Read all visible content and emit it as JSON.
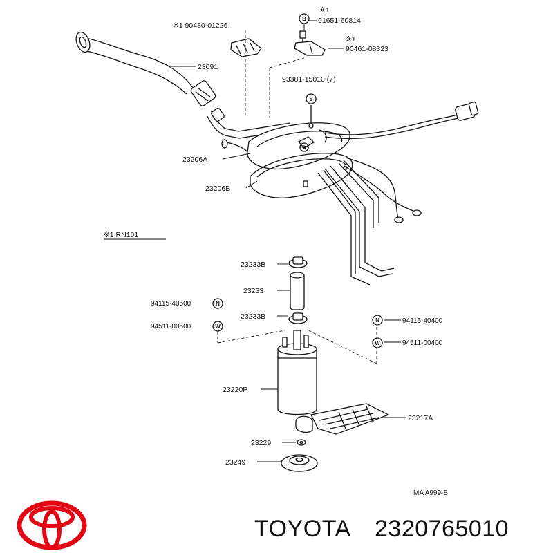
{
  "labels": {
    "n23091": "23091",
    "n90480": "※1 90480-01226",
    "star1_top": "※1",
    "n91651": "91651-60814",
    "circ_B": "B",
    "star1_mid": "※1",
    "n90461": "90461-08323",
    "n93381": "93381-15010 (7)",
    "circ_S": "S",
    "n23206A": "23206A",
    "n23206B": "23206B",
    "rn101": "※1 RN101",
    "n23233B_top": "23233B",
    "n23233": "23233",
    "n23233B_bot": "23233B",
    "n94115_left": "94115-40500",
    "circ_N": "N",
    "n94511_left": "94511-00500",
    "circ_W": "W",
    "n94115_right": "94115-40400",
    "n94511_right": "94511-00400",
    "n23220P": "23220P",
    "n23217A": "23217A",
    "n23229": "23229",
    "n23249": "23249",
    "diagram_code": "MA A999-B"
  },
  "brand": {
    "name": "TOYOTA",
    "part_number": "2320765010",
    "logo_color": "#e30613"
  }
}
